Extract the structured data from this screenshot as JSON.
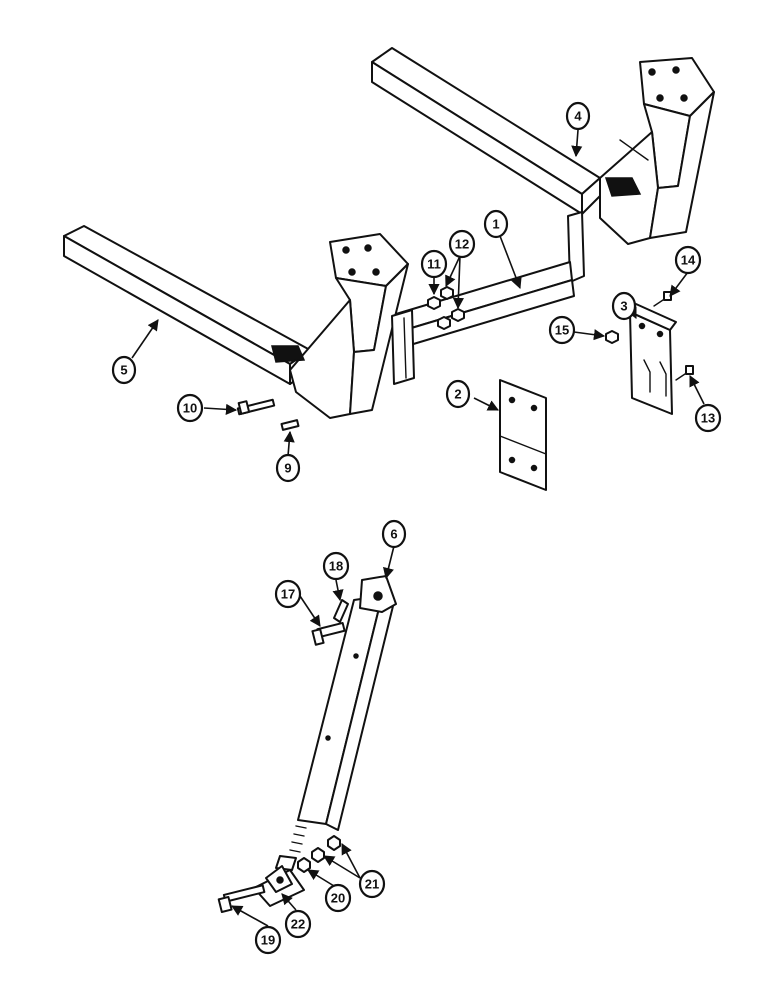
{
  "callouts": [
    {
      "id": "c1",
      "label": "1"
    },
    {
      "id": "c2",
      "label": "2"
    },
    {
      "id": "c3",
      "label": "3"
    },
    {
      "id": "c4",
      "label": "4"
    },
    {
      "id": "c5",
      "label": "5"
    },
    {
      "id": "c6",
      "label": "6"
    },
    {
      "id": "c9",
      "label": "9"
    },
    {
      "id": "c10",
      "label": "10"
    },
    {
      "id": "c11",
      "label": "11"
    },
    {
      "id": "c12",
      "label": "12"
    },
    {
      "id": "c13",
      "label": "13"
    },
    {
      "id": "c14",
      "label": "14"
    },
    {
      "id": "c15",
      "label": "15"
    },
    {
      "id": "c17",
      "label": "17"
    },
    {
      "id": "c18",
      "label": "18"
    },
    {
      "id": "c19",
      "label": "19"
    },
    {
      "id": "c20",
      "label": "20"
    },
    {
      "id": "c21",
      "label": "21"
    },
    {
      "id": "c22",
      "label": "22"
    }
  ],
  "colors": {
    "ink": "#111111",
    "paper": "#ffffff"
  }
}
